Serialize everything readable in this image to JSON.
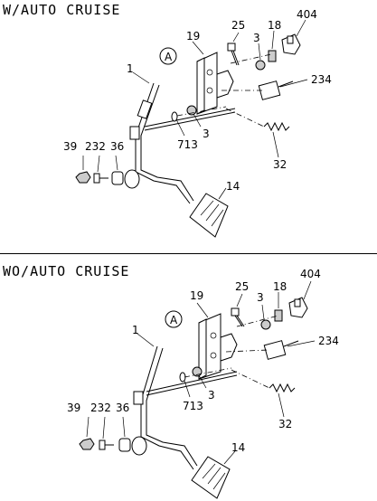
{
  "top": {
    "title": "W/AUTO CRUISE",
    "labels": {
      "p1": "1",
      "pA": "A",
      "p19": "19",
      "p25": "25",
      "p3a": "3",
      "p18": "18",
      "p404": "404",
      "p234": "234",
      "p713": "713",
      "p3b": "3",
      "p32": "32",
      "p39": "39",
      "p232": "232",
      "p36": "36",
      "p14": "14"
    }
  },
  "bottom": {
    "title": "WO/AUTO CRUISE",
    "labels": {
      "p1": "1",
      "pA": "A",
      "p19": "19",
      "p25": "25",
      "p3a": "3",
      "p18": "18",
      "p404": "404",
      "p234": "234",
      "p713": "713",
      "p3b": "3",
      "p32": "32",
      "p39": "39",
      "p232": "232",
      "p36": "36",
      "p14": "14"
    }
  }
}
